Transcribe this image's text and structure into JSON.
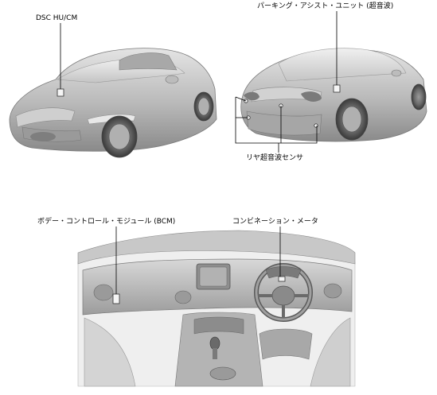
{
  "labels": {
    "dsc_hu_cm": "DSC HU/CM",
    "parking_assist_unit": "パーキング・アシスト・ユニット (超音波)",
    "rear_ultrasonic_sensor": "リヤ超音波センサ",
    "body_control_module": "ボデー・コントロール・モジュール (BCM)",
    "combination_meter": "コンビネーション・メータ"
  }
}
